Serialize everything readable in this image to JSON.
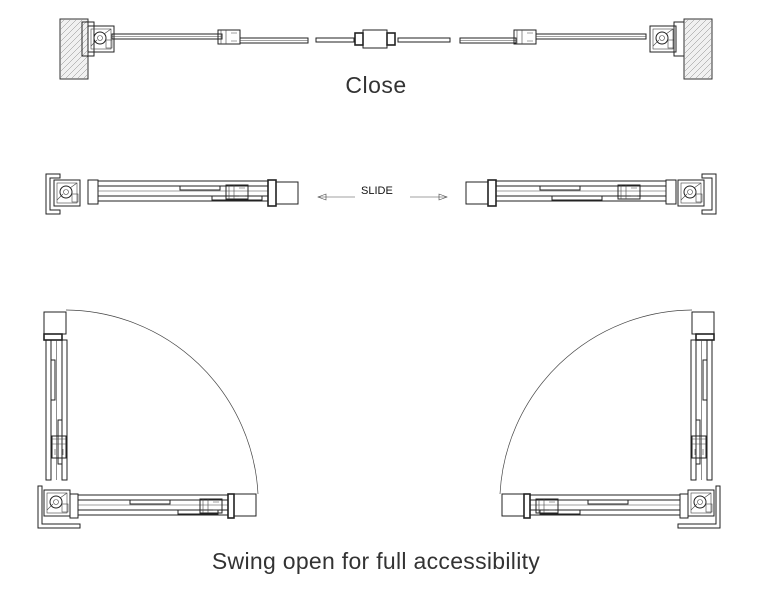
{
  "labels": {
    "close": "Close",
    "slide": "SLIDE",
    "swing": "Swing open for full accessibility"
  },
  "colors": {
    "line": "#222222",
    "wall_fill": "#f1f1f1",
    "text": "#333333",
    "background": "#ffffff"
  }
}
